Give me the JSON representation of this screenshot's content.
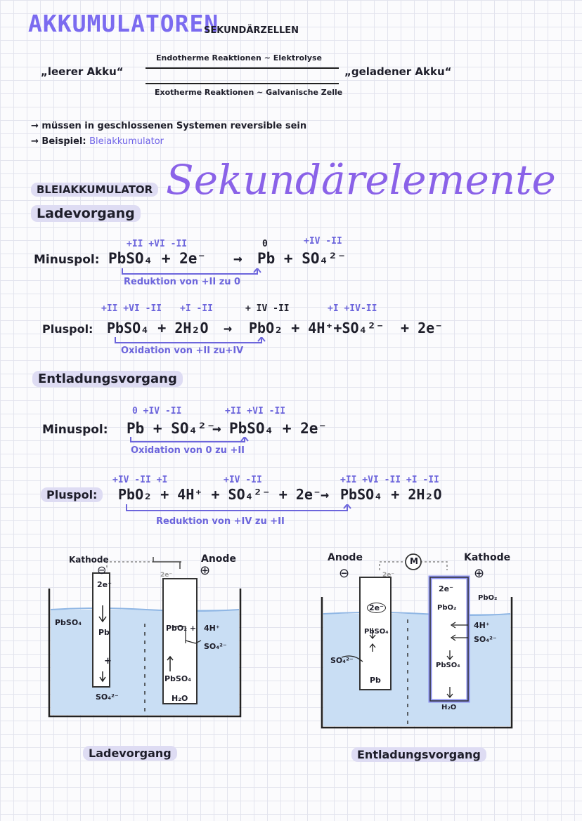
{
  "header": {
    "title": "AKKUMULATOREN",
    "subtitle": "SEKUNDÄRZELLEN"
  },
  "cycle": {
    "left": "„leerer Akku“",
    "right": "„geladener Akku“",
    "top": "Endotherme Reaktionen ~ Elektrolyse",
    "bottom": "Exotherme Reaktionen ~ Galvanische Zelle"
  },
  "notes": {
    "line1": "→ müssen in geschlossenen Systemen reversible sein",
    "line2_prefix": "→ Beispiel:",
    "line2_link": "Bleiakkumulator"
  },
  "section": {
    "badge": "BLEIAKKUMULATOR",
    "script_title": "Sekundärelemente",
    "laden": "Ladevorgang",
    "entladen": "Entladungsvorgang"
  },
  "laden": {
    "minus": {
      "label": "Minuspol:",
      "ox_left": "+II +VI -II",
      "ox_mid": "0",
      "ox_right": "+IV -II",
      "lhs": "PbSO₄ + 2e⁻",
      "arrow": "→",
      "rhs": "Pb + SO₄²⁻",
      "note": "Reduktion von +II zu 0"
    },
    "plus": {
      "label": "Pluspol:",
      "ox_left": "+II +VI -II",
      "ox_h2o": "+I -II",
      "ox_pbo2": "+ IV -II",
      "ox_right": "+I +IV-II",
      "lhs": "PbSO₄ + 2H₂O",
      "arrow": "→",
      "rhs": "PbO₂ + 4H⁺+SO₄²⁻",
      "tail": "+ 2e⁻",
      "note": "Oxidation von +II zu+IV"
    }
  },
  "entladen": {
    "minus": {
      "label": "Minuspol:",
      "ox_left": "0  +IV -II",
      "ox_right": "+II +VI -II",
      "lhs": "Pb + SO₄²⁻",
      "arrow": "→",
      "rhs": "PbSO₄ + 2e⁻",
      "note": "Oxidation von 0 zu +II"
    },
    "plus": {
      "label": "Pluspol:",
      "ox_left": "+IV -II    +I",
      "ox_mid": "+IV -II",
      "ox_right": "+II +VI -II    +I -II",
      "lhs": "PbO₂ + 4H⁺ + SO₄²⁻ + 2e⁻",
      "arrow": "→",
      "rhs": "PbSO₄ + 2H₂O",
      "note": "Reduktion von +IV zu +II"
    }
  },
  "diagram_left": {
    "caption": "Ladevorgang",
    "kathode": "Kathode",
    "anode": "Anode",
    "minus": "⊖",
    "plus": "⊕",
    "electrons": "2e⁻",
    "electrons2": "2e⁻",
    "pbso4_out": "PbSO₄",
    "pb": "Pb",
    "plus_sign": "+",
    "so4": "SO₄²⁻",
    "pbo2": "PbO₂ +",
    "h4": "4H⁺",
    "so4_right": "SO₄²⁻",
    "pbso4_in": "PbSO₄",
    "h2o": "H₂O"
  },
  "diagram_right": {
    "caption": "Entladungsvorgang",
    "anode": "Anode",
    "kathode": "Kathode",
    "minus": "⊖",
    "plus": "⊕",
    "motor": "M",
    "electrons": "2e⁻",
    "electrons_circle": "2e⁻",
    "pbso4": "PbSO₄",
    "pb": "Pb",
    "so4_left": "SO₄²⁻",
    "e2_right": "2e⁻",
    "pbo2": "PbO₂",
    "pbo2_out": "PbO₂",
    "h4": "4H⁺",
    "so4_right": "SO₄²⁻",
    "pbso4_in": "PbSO₄",
    "h2o": "H₂O"
  }
}
